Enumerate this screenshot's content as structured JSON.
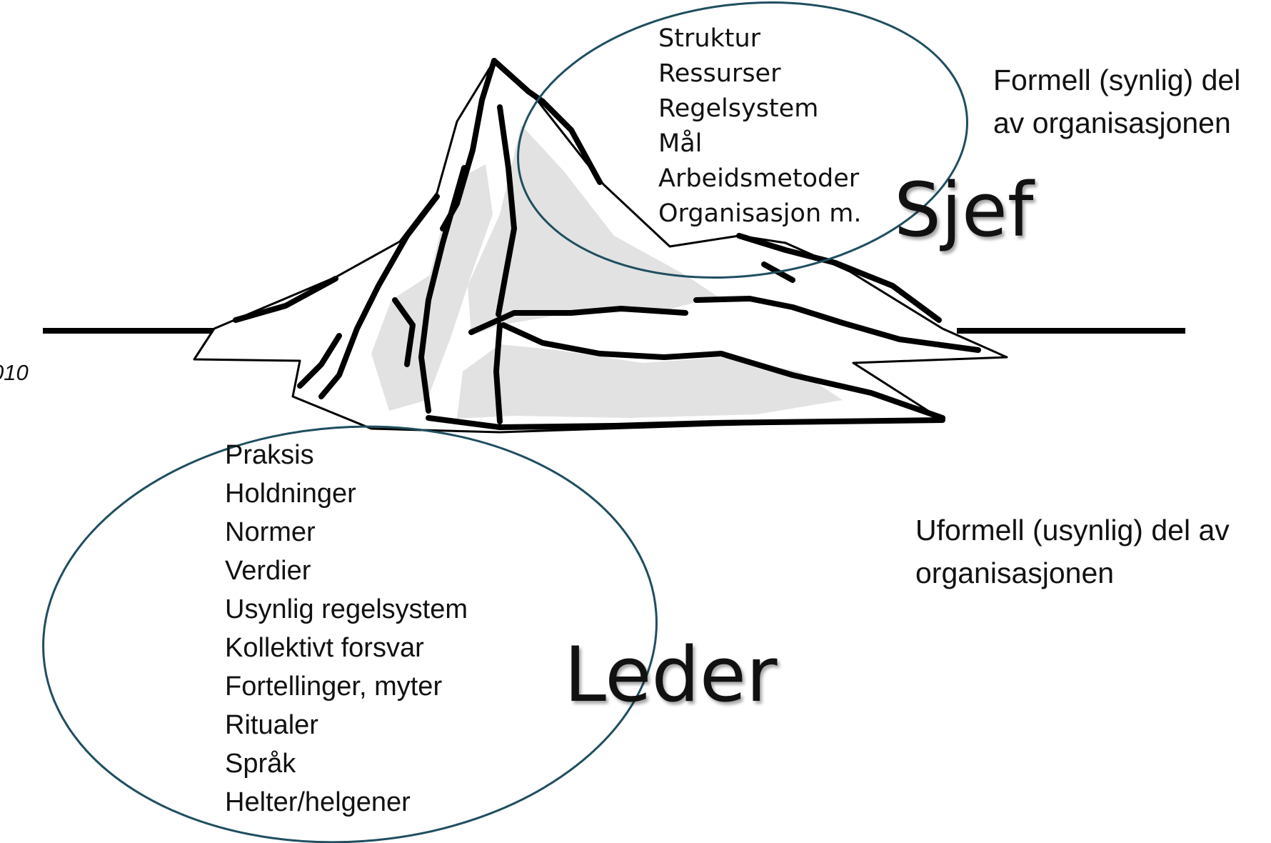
{
  "top_group": {
    "leader_type": "Sjef",
    "items": [
      "Struktur",
      "Ressurser",
      "Regelsystem",
      "Mål",
      "Arbeidsmetoder",
      "Organisasjon m."
    ],
    "side_label_line1": "Formell (synlig) del",
    "side_label_line2": "av organisasjonen"
  },
  "bottom_group": {
    "leader_type": "Leder",
    "items": [
      "Praksis",
      "Holdninger",
      "Normer",
      "Verdier",
      "Usynlig regelsystem",
      "Kollektivt forsvar",
      "Fortellinger, myter",
      "Ritualer",
      "Språk",
      "Helter/helgener"
    ],
    "side_label_line1": "Uformell (usynlig) del av",
    "side_label_line2": "organisasjonen"
  },
  "citation_fragment": "010",
  "colors": {
    "ellipse_stroke": "#1f4e5f",
    "outline": "#000000",
    "shade": "#e2e2e2"
  }
}
